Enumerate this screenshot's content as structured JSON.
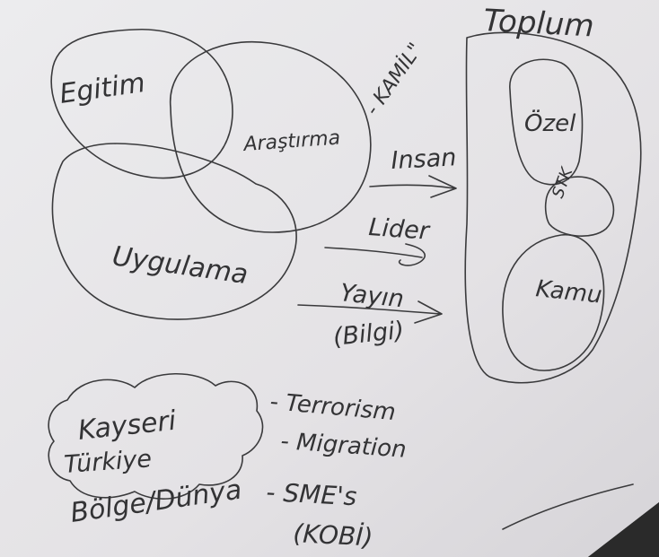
{
  "venn": {
    "egitim": "Egitim",
    "arastirma": "Araştırma",
    "uygulama": "Uygulama"
  },
  "kamil_label": "- KAMİL\"",
  "flow_labels": {
    "insan": "Insan",
    "lider": "Lider",
    "yayin": "Yayın",
    "bilgi": "(Bilgi)"
  },
  "toplum": {
    "title": "Toplum",
    "ozel": "Özel",
    "stk": "STK",
    "kamu": "Kamu"
  },
  "cloud_lines": [
    "Kayseri",
    "Türkiye",
    "Bölge/Dünya"
  ],
  "topics": [
    "- Terrorism",
    "- Migration",
    "- SME's",
    "(KOBİ)"
  ],
  "colors": {
    "paper": "#e6e4e6",
    "ink": "#3a3a3c",
    "background": "#2a2a2a"
  }
}
